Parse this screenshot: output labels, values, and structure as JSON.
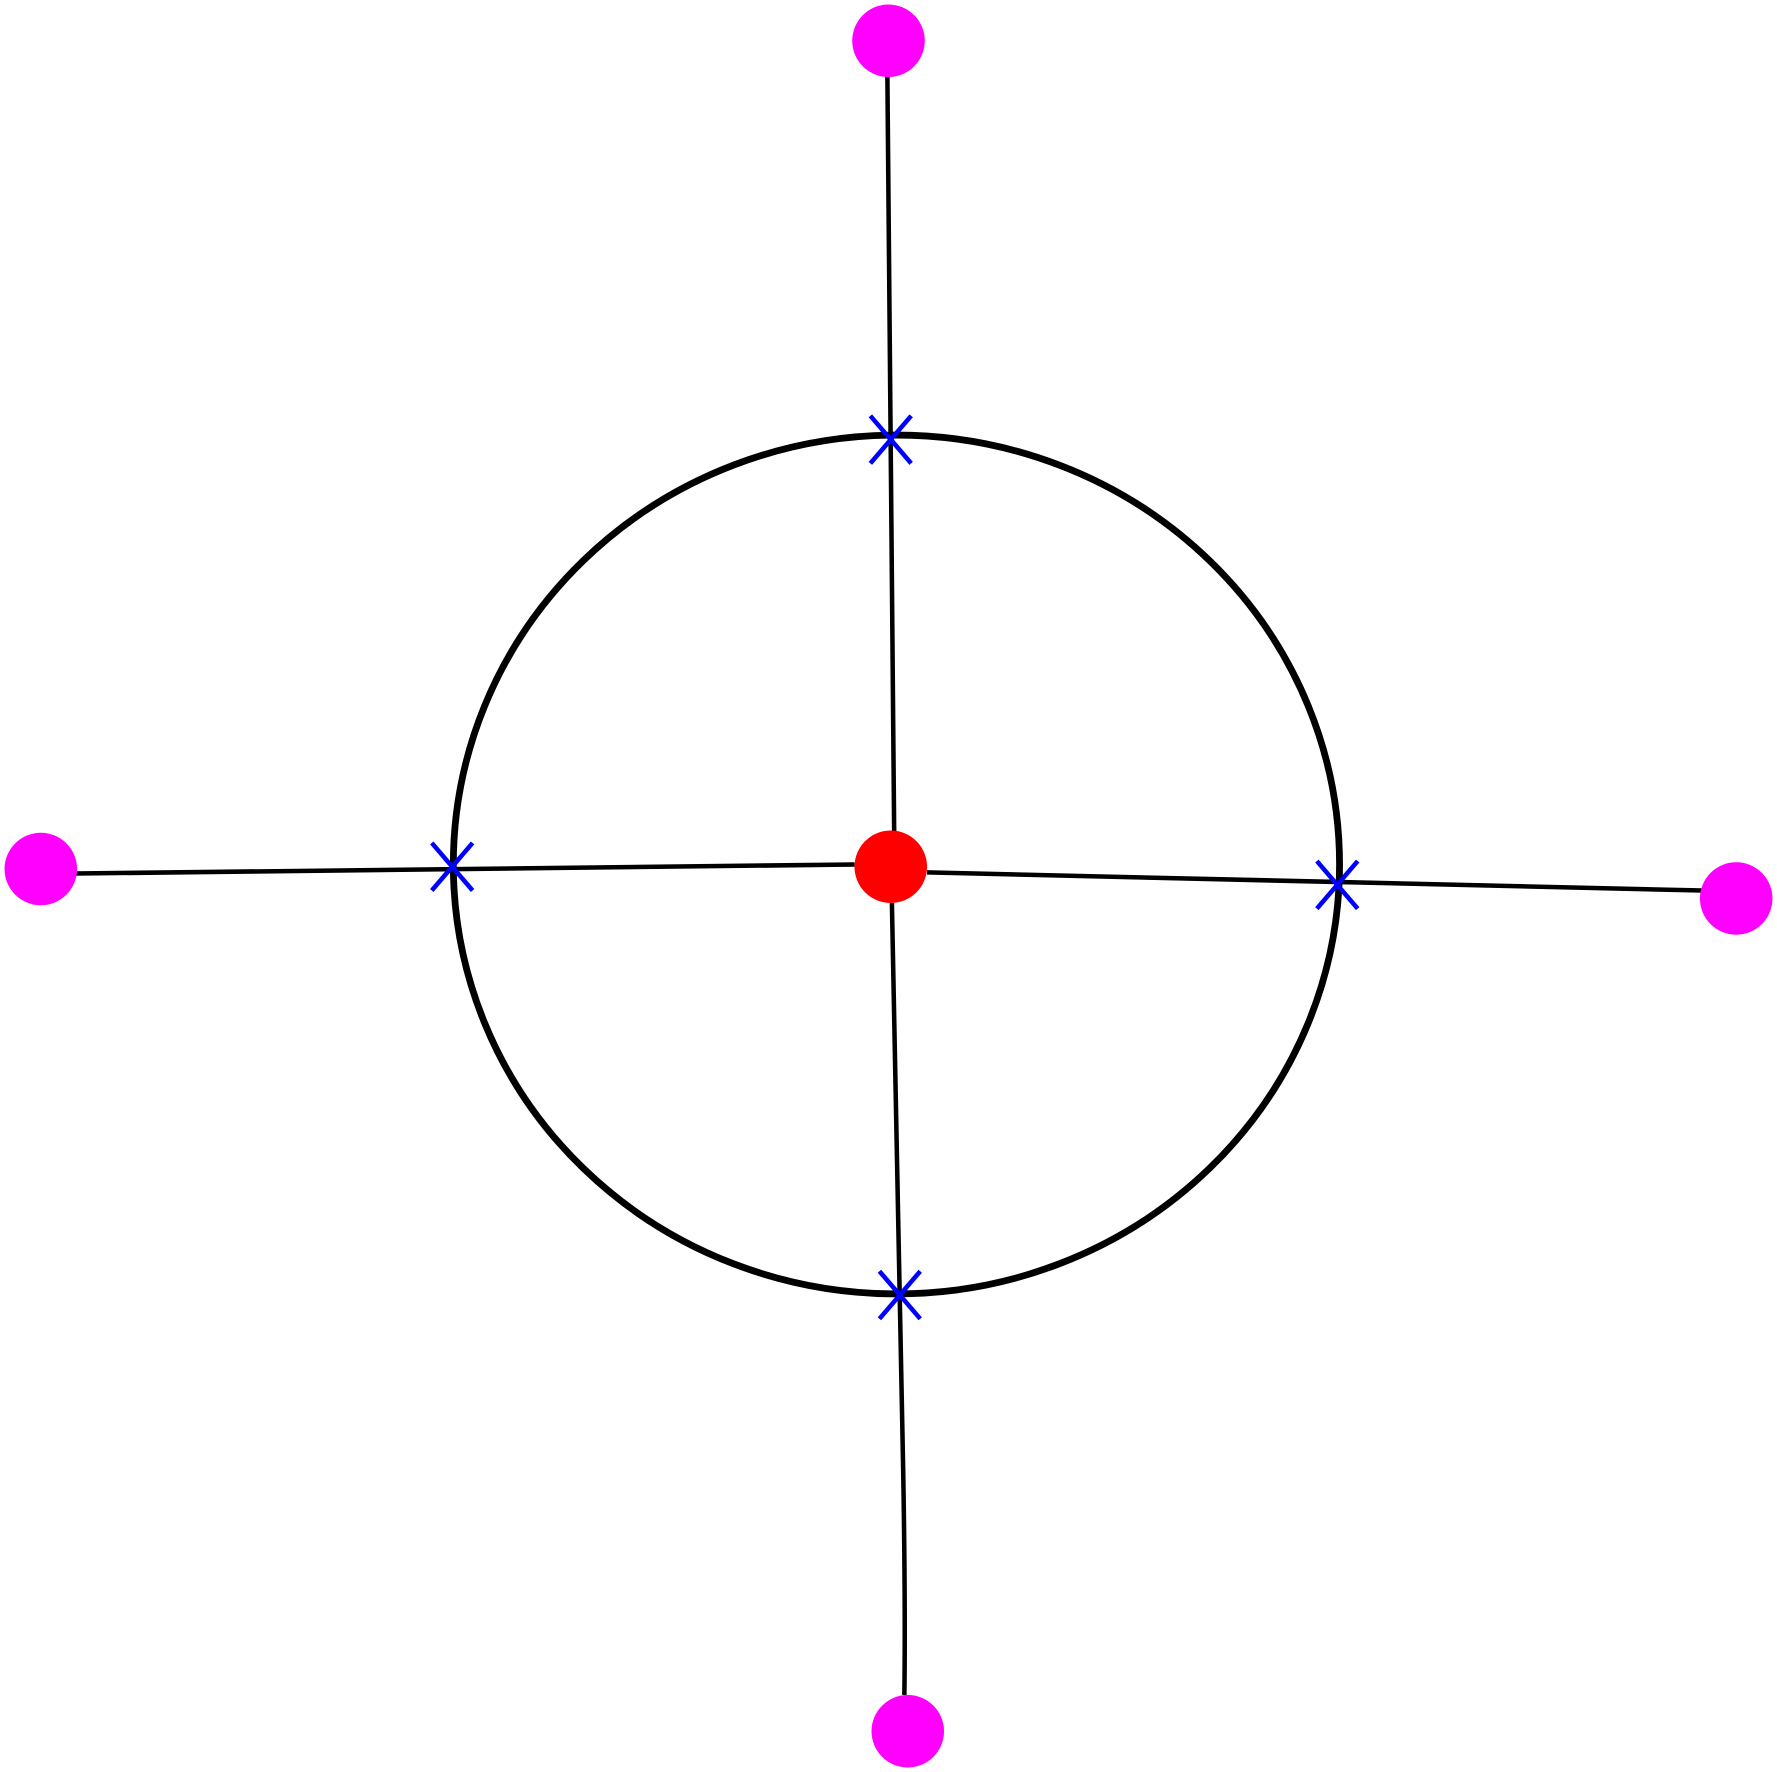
{
  "diagram": {
    "type": "graph",
    "center_node": {
      "shape": "circle",
      "color": "#ff0000"
    },
    "outer_nodes": [
      {
        "id": "top",
        "shape": "circle",
        "color": "#ff00ff"
      },
      {
        "id": "left",
        "shape": "circle",
        "color": "#ff00ff"
      },
      {
        "id": "right",
        "shape": "circle",
        "color": "#ff00ff"
      },
      {
        "id": "bottom",
        "shape": "circle",
        "color": "#ff00ff"
      }
    ],
    "ring": {
      "shape": "ellipse",
      "color": "#000000"
    },
    "intersection_markers": {
      "shape": "x-mark",
      "color": "#0000ff",
      "count": 4
    },
    "edge_color": "#000000"
  }
}
